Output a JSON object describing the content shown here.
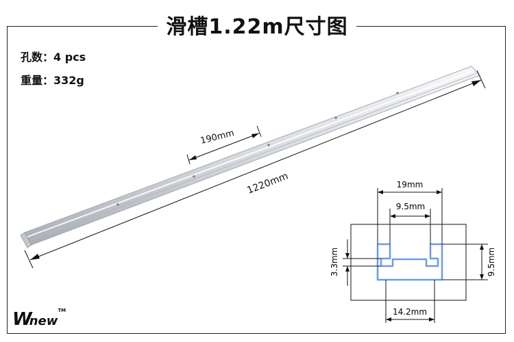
{
  "title": "滑槽1.22m尺寸图",
  "specs": {
    "holes_label": "孔数：",
    "holes_value": "4",
    "holes_unit": "pcs",
    "weight_label": "重量：",
    "weight_value": "332g"
  },
  "dimensions": {
    "total_length": "1220mm",
    "hole_spacing": "190mm",
    "top_width": "19mm",
    "slot_width": "9.5mm",
    "bottom_width": "14.2mm",
    "lip_height": "3.3mm",
    "total_height": "9.5mm"
  },
  "logo": {
    "mark": "W",
    "text": "new",
    "tm": "TM"
  },
  "colors": {
    "rail_light": "#eef0f3",
    "rail_mid": "#c9ccd2",
    "rail_dark": "#9fa4ab",
    "profile_stroke": "#6d9be0",
    "line": "#111111"
  }
}
